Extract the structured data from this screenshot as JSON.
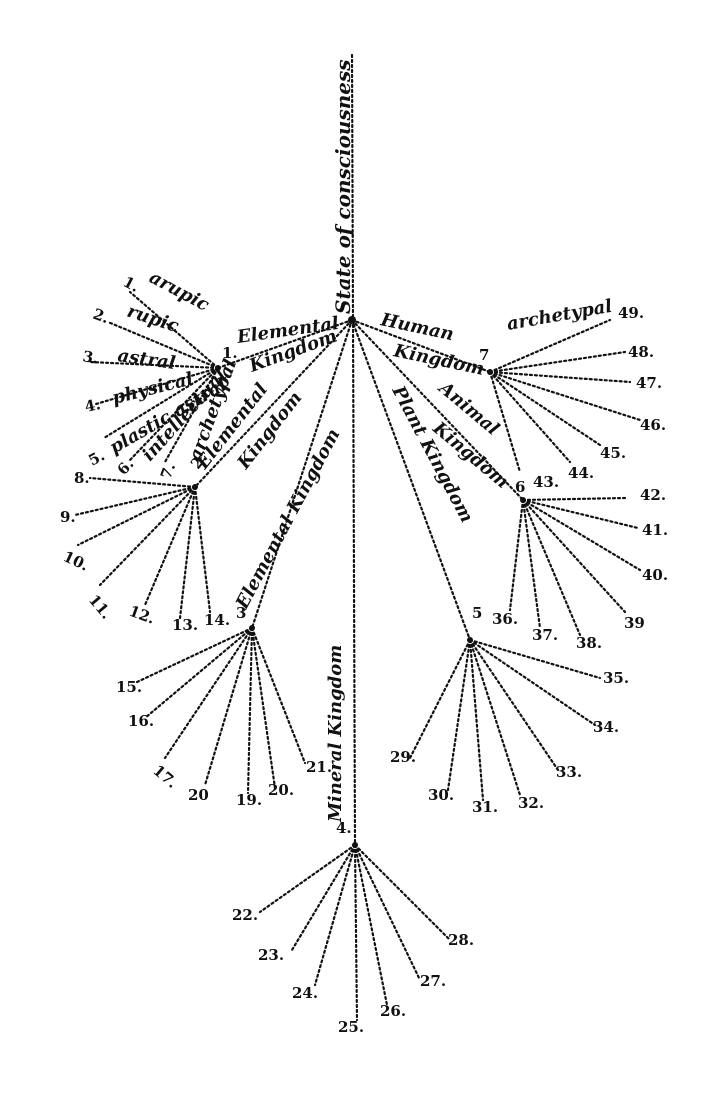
{
  "axis_label": "State of consciousness",
  "nodes": [
    {
      "id": "root"
    },
    {
      "id": "e1",
      "label": "1."
    },
    {
      "id": "e2",
      "label": "2."
    },
    {
      "id": "e3",
      "label": "3"
    },
    {
      "id": "m4",
      "label": "4."
    },
    {
      "id": "p5",
      "label": "5"
    },
    {
      "id": "a6",
      "label": "6"
    },
    {
      "id": "h7",
      "label": "7"
    }
  ],
  "kingdoms": [
    {
      "id": "k-e1",
      "lines": [
        "Elemental",
        "Kingdom"
      ]
    },
    {
      "id": "k-e2",
      "lines": [
        "Elemental",
        "Kingdom"
      ]
    },
    {
      "id": "k-e3",
      "lines": [
        "Elemental Kingdom"
      ]
    },
    {
      "id": "k-m",
      "lines": [
        "Mineral Kingdom"
      ]
    },
    {
      "id": "k-p",
      "lines": [
        "Plant Kingdom"
      ]
    },
    {
      "id": "k-a",
      "lines": [
        "Animal",
        "Kingdom"
      ]
    },
    {
      "id": "k-h",
      "lines": [
        "Human",
        "Kingdom"
      ]
    }
  ],
  "leaves": [
    {
      "n": "1.",
      "t": "arupic"
    },
    {
      "n": "2.",
      "t": "rupic"
    },
    {
      "n": "3.",
      "t": "astral"
    },
    {
      "n": "4.",
      "t": "physical"
    },
    {
      "n": "5.",
      "t": "plastic astral"
    },
    {
      "n": "6.",
      "t": "intellectual"
    },
    {
      "n": "7.",
      "t": "archetypal"
    },
    {
      "n": "8."
    },
    {
      "n": "9."
    },
    {
      "n": "10."
    },
    {
      "n": "11."
    },
    {
      "n": "12."
    },
    {
      "n": "13."
    },
    {
      "n": "14."
    },
    {
      "n": "15."
    },
    {
      "n": "16."
    },
    {
      "n": "17."
    },
    {
      "n": "20"
    },
    {
      "n": "19."
    },
    {
      "n": "20."
    },
    {
      "n": "21."
    },
    {
      "n": "22."
    },
    {
      "n": "23."
    },
    {
      "n": "24."
    },
    {
      "n": "25."
    },
    {
      "n": "26."
    },
    {
      "n": "27."
    },
    {
      "n": "28."
    },
    {
      "n": "29."
    },
    {
      "n": "30."
    },
    {
      "n": "31."
    },
    {
      "n": "32."
    },
    {
      "n": "33."
    },
    {
      "n": "34."
    },
    {
      "n": "35."
    },
    {
      "n": "36."
    },
    {
      "n": "37."
    },
    {
      "n": "38."
    },
    {
      "n": "39"
    },
    {
      "n": "40."
    },
    {
      "n": "41."
    },
    {
      "n": "42."
    },
    {
      "n": "43."
    },
    {
      "n": "44."
    },
    {
      "n": "45."
    },
    {
      "n": "46."
    },
    {
      "n": "47."
    },
    {
      "n": "48."
    },
    {
      "n": "49.",
      "t": "archetypal"
    }
  ]
}
